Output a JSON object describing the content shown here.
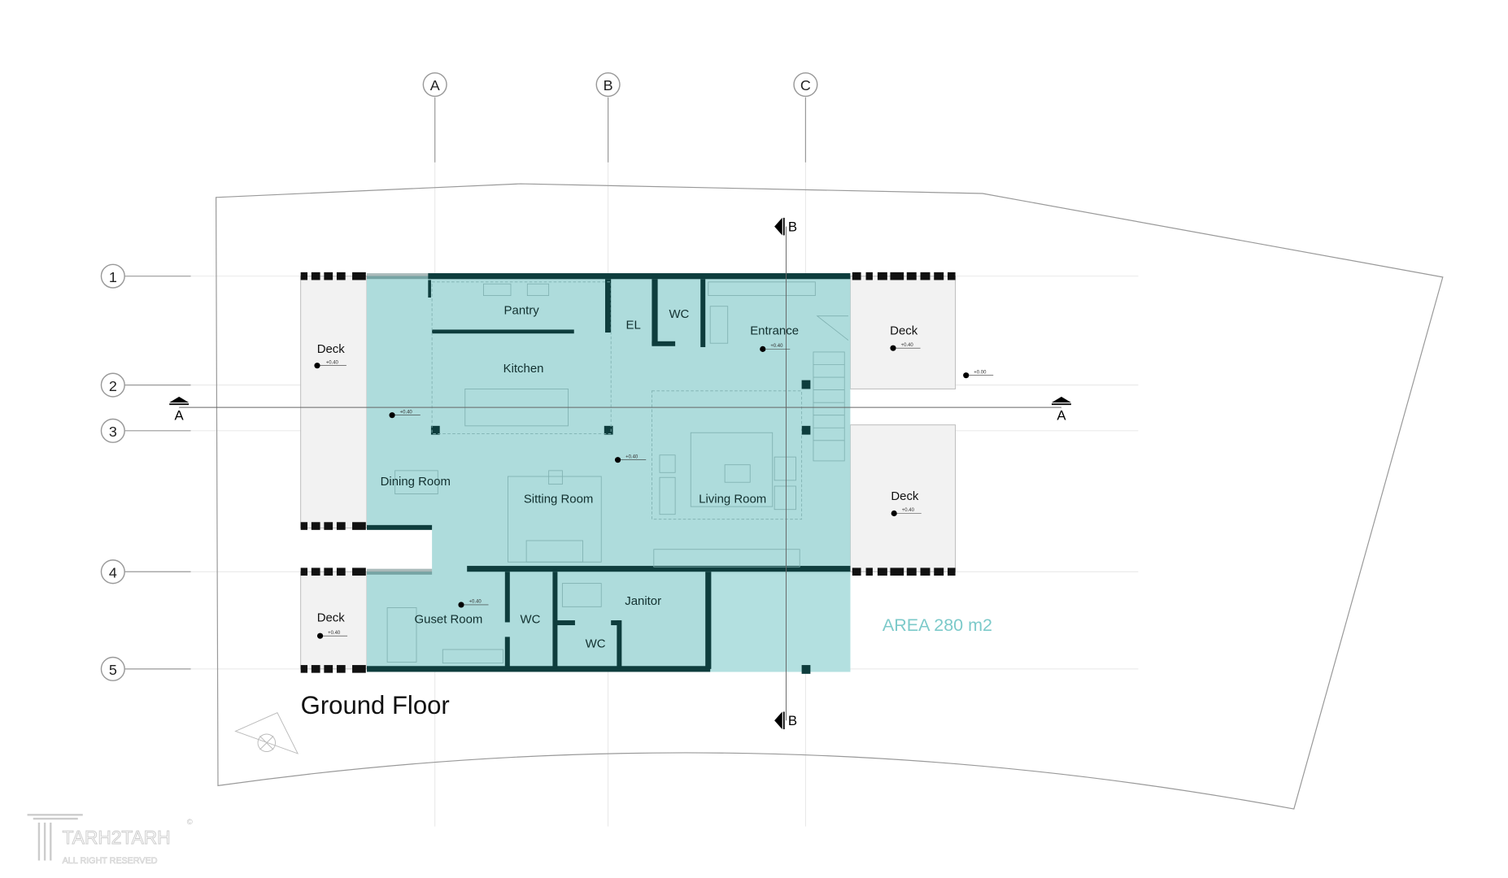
{
  "title": "Ground Floor",
  "area_label": "AREA 280 m2",
  "grid_columns": [
    "A",
    "B",
    "C"
  ],
  "grid_rows": [
    "1",
    "2",
    "3",
    "4",
    "5"
  ],
  "section_markers": {
    "a": "A",
    "b": "B"
  },
  "rooms": {
    "pantry": "Pantry",
    "el": "EL",
    "wc_top": "WC",
    "entrance": "Entrance",
    "kitchen": "Kitchen",
    "dining": "Dining Room",
    "sitting": "Sitting Room",
    "living": "Living Room",
    "guest": "Guset Room",
    "wc_guest": "WC",
    "janitor": "Janitor",
    "wc_janitor": "WC"
  },
  "decks": [
    "Deck",
    "Deck",
    "Deck",
    "Deck"
  ],
  "elevations": {
    "interior": "+0.40",
    "exterior": "+0.00"
  },
  "logo": {
    "name": "TARH2TARH",
    "tagline": "ALL RIGHT RESERVED",
    "mark": "©"
  },
  "colors": {
    "floor": "#aedcdc",
    "wall": "#0e3d3d",
    "deck": "#f2f2f2",
    "area_text": "#7ccaca"
  }
}
